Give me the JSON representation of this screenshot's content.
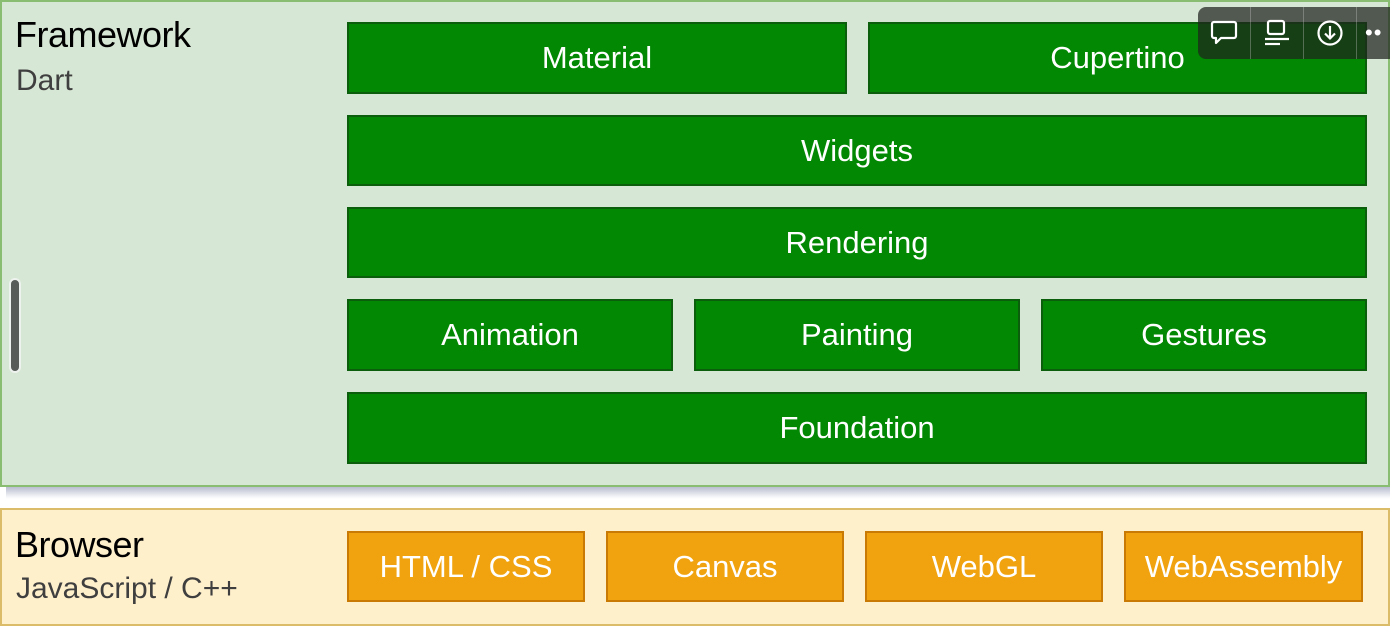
{
  "diagram": {
    "framework": {
      "title": "Framework",
      "subtitle": "Dart",
      "color": "#028803",
      "layers": [
        [
          "Material",
          "Cupertino"
        ],
        [
          "Widgets"
        ],
        [
          "Rendering"
        ],
        [
          "Animation",
          "Painting",
          "Gestures"
        ],
        [
          "Foundation"
        ]
      ],
      "boxes": {
        "material": "Material",
        "cupertino": "Cupertino",
        "widgets": "Widgets",
        "rendering": "Rendering",
        "animation": "Animation",
        "painting": "Painting",
        "gestures": "Gestures",
        "foundation": "Foundation"
      }
    },
    "browser": {
      "title": "Browser",
      "subtitle": "JavaScript / C++",
      "color": "#f0a30e",
      "boxes": {
        "html_css": "HTML / CSS",
        "canvas": "Canvas",
        "webgl": "WebGL",
        "webassembly": "WebAssembly"
      }
    }
  },
  "toolbar": {
    "items": [
      "comment-icon",
      "summary-icon",
      "download-icon",
      "more-icon"
    ],
    "more_label": "••"
  }
}
